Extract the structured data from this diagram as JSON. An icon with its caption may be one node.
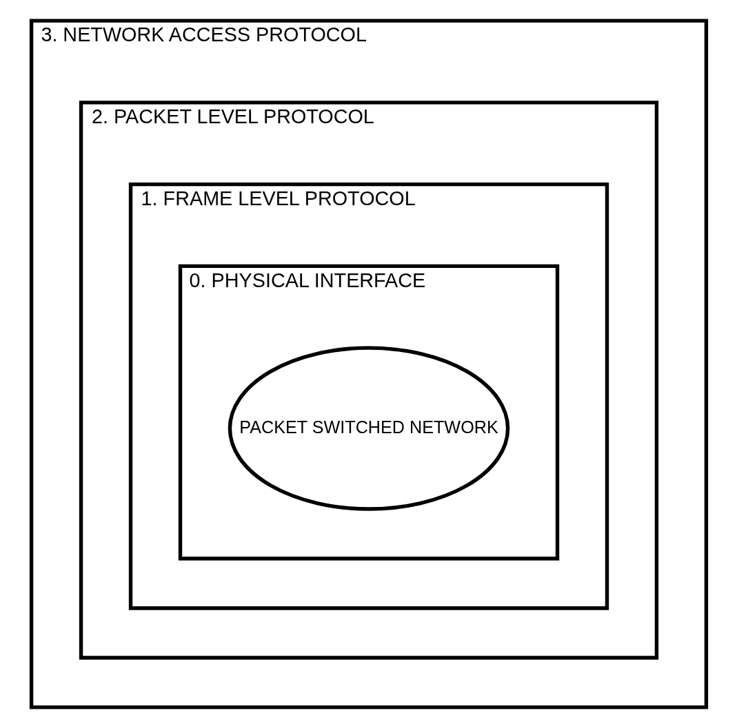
{
  "diagram": {
    "nodes": [
      {
        "text": [
          "3. NETWORK ACCESS PROTOCOL"
        ]
      },
      {
        "text": [
          "2. PACKET LEVEL PROTOCOL"
        ],
        "in": 0
      },
      {
        "text": [
          "1. FRAME LEVEL PROTOCOL"
        ],
        "in": 1
      },
      {
        "text": [
          "0. PHYSICAL INTERFACE"
        ],
        "in": 2
      },
      {
        "text": [
          "PACKET SWITCHED NETWORK"
        ],
        "in": 3
      }
    ]
  }
}
